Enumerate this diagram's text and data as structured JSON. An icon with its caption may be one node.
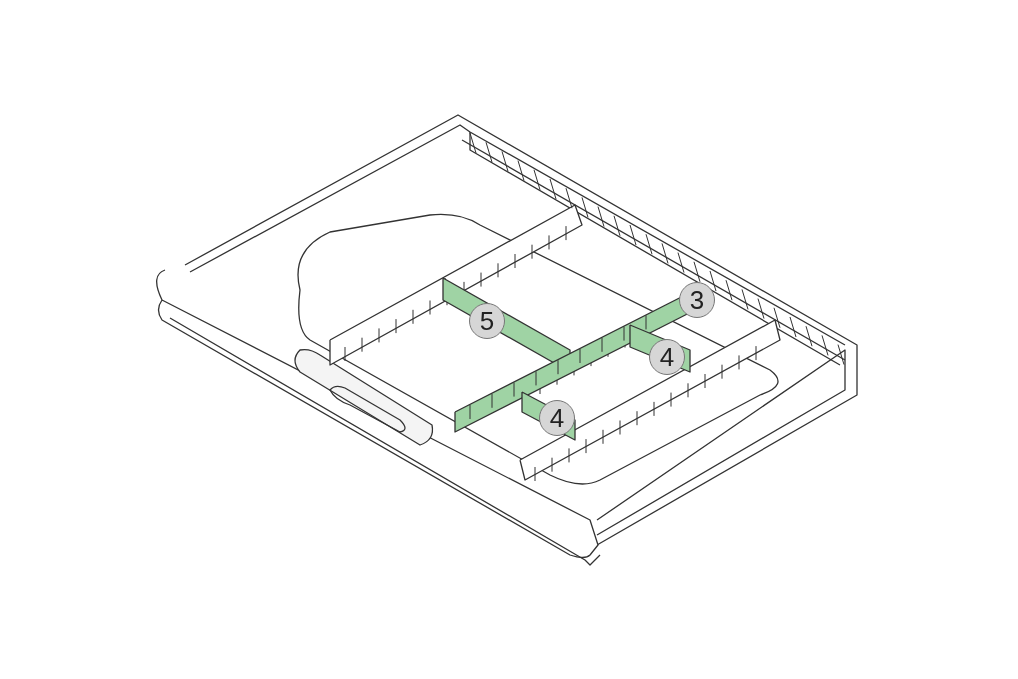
{
  "diagram": {
    "nodes": [
      {
        "text": [
          "3"
        ]
      },
      {
        "text": [
          "5"
        ]
      },
      {
        "text": [
          "4"
        ]
      },
      {
        "text": [
          "4"
        ]
      }
    ]
  }
}
